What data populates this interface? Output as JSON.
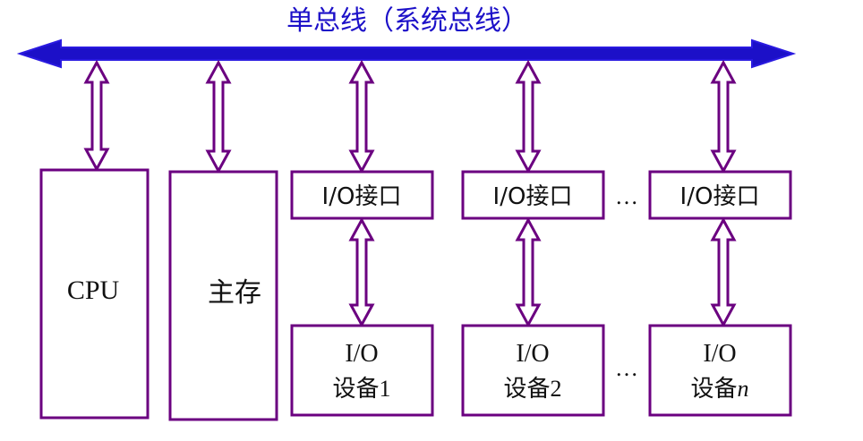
{
  "title": "单总线（系统总线）",
  "cpu": {
    "label": "CPU"
  },
  "memory": {
    "label": "主存"
  },
  "interfaces": [
    {
      "label": "I/O接口"
    },
    {
      "label": "I/O接口"
    },
    {
      "label": "I/O接口"
    }
  ],
  "devices": [
    {
      "line1": "I/O",
      "line2_prefix": "设备",
      "line2_index": "1",
      "italic": false
    },
    {
      "line1": "I/O",
      "line2_prefix": "设备",
      "line2_index": "2",
      "italic": false
    },
    {
      "line1": "I/O",
      "line2_prefix": "设备",
      "line2_index": "n",
      "italic": true
    }
  ],
  "ellipsis": "…",
  "colors": {
    "bus_fill": "#1c10c8",
    "bus_edge": "#2a1ae0",
    "title": "#1c10c8",
    "box_stroke": "#6b0080",
    "arrow_stroke": "#6b0080",
    "text": "#111111"
  }
}
